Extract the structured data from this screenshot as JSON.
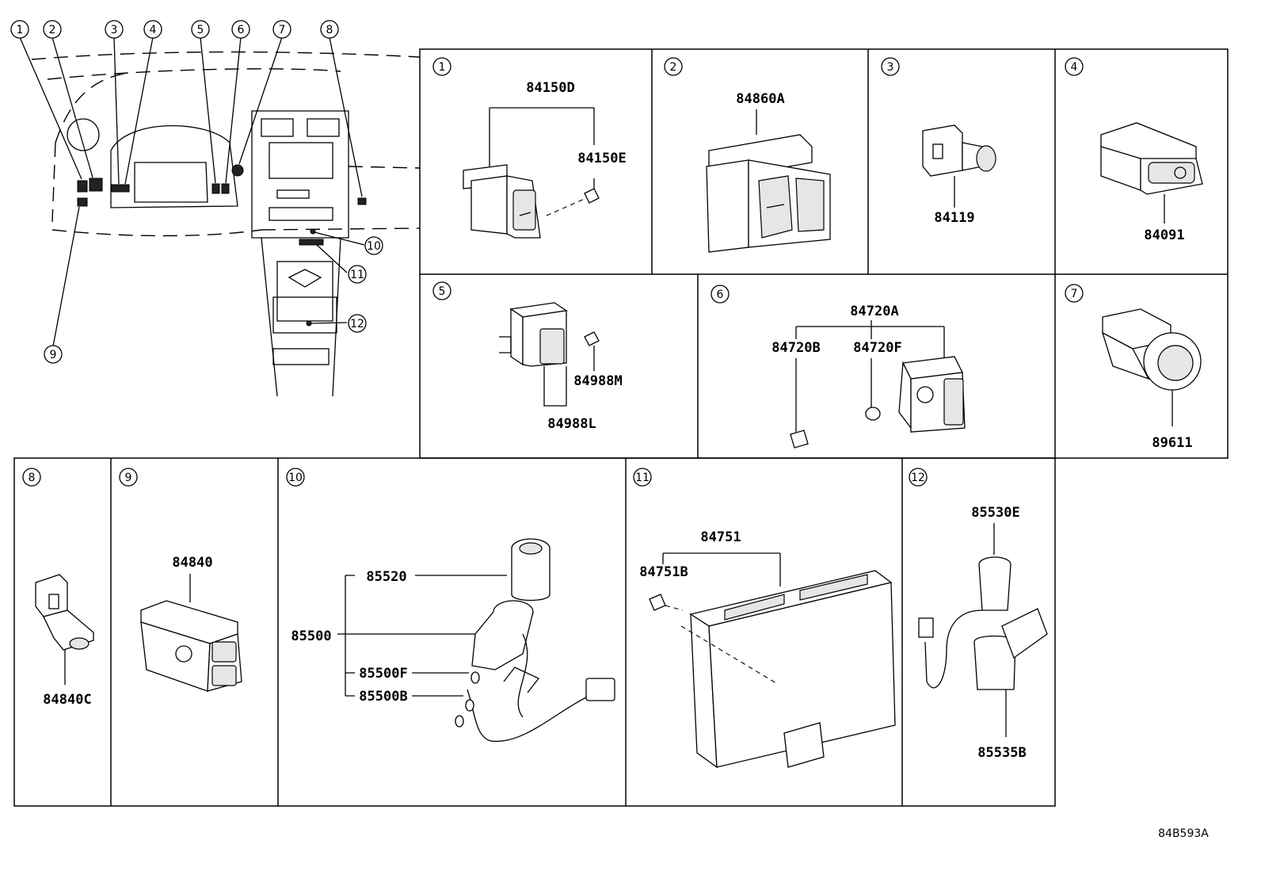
{
  "diagram_ref": "84B593A",
  "overview": {
    "callouts": [
      "1",
      "2",
      "3",
      "4",
      "5",
      "6",
      "7",
      "8",
      "9",
      "10",
      "11",
      "12"
    ]
  },
  "panels": [
    {
      "num": "1",
      "parts": [
        "84150D",
        "84150E"
      ]
    },
    {
      "num": "2",
      "parts": [
        "84860A"
      ]
    },
    {
      "num": "3",
      "parts": [
        "84119"
      ]
    },
    {
      "num": "4",
      "parts": [
        "84091"
      ]
    },
    {
      "num": "5",
      "parts": [
        "84988M",
        "84988L"
      ]
    },
    {
      "num": "6",
      "parts": [
        "84720A",
        "84720B",
        "84720F"
      ]
    },
    {
      "num": "7",
      "parts": [
        "89611"
      ]
    },
    {
      "num": "8",
      "parts": [
        "84840C"
      ]
    },
    {
      "num": "9",
      "parts": [
        "84840"
      ]
    },
    {
      "num": "10",
      "parts": [
        "85520",
        "85500",
        "85500F",
        "85500B"
      ]
    },
    {
      "num": "11",
      "parts": [
        "84751",
        "84751B"
      ]
    },
    {
      "num": "12",
      "parts": [
        "85530E",
        "85535B"
      ]
    }
  ]
}
